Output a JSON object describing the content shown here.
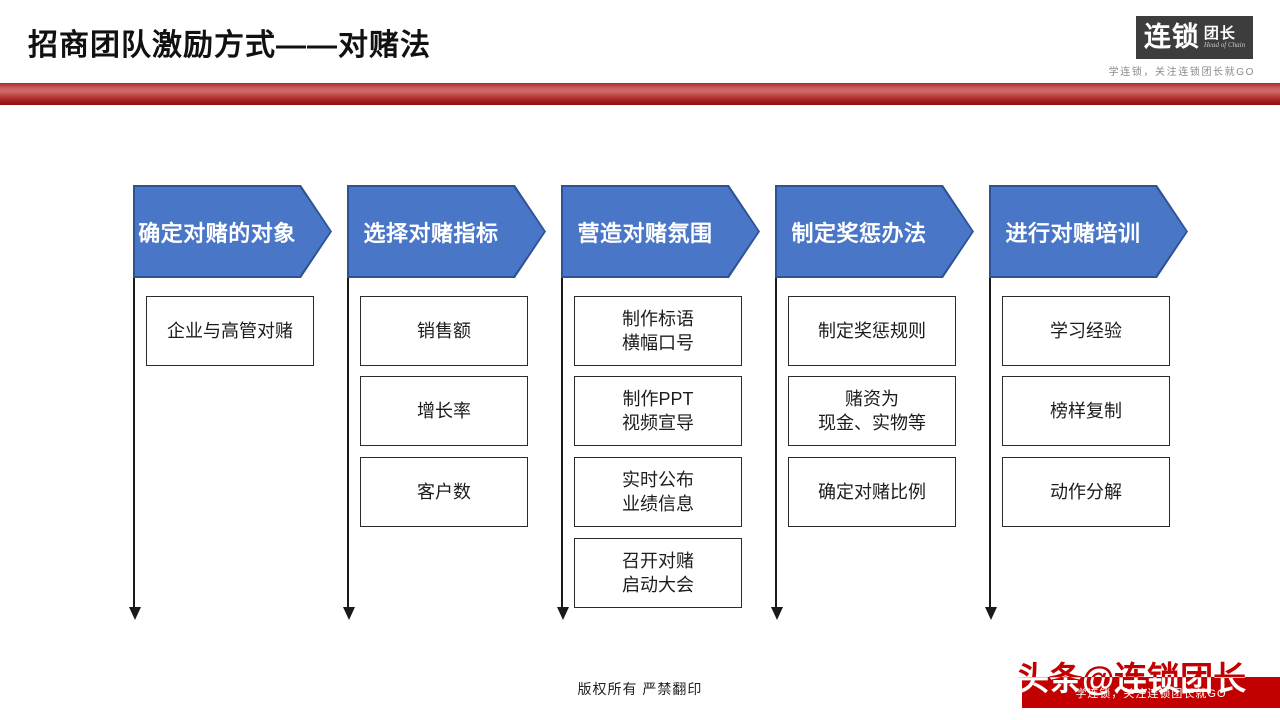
{
  "slide": {
    "header": {
      "title": "招商团队激励方式——对赌法",
      "logo": {
        "main": "连锁",
        "sub": "团长",
        "en": "Head of Chain",
        "tagline": "学连锁，关注连锁团长就GO"
      }
    },
    "flow": {
      "columns": [
        {
          "header": "确定对赌的对象",
          "items": [
            "企业与高管对赌"
          ]
        },
        {
          "header": "选择对赌指标",
          "items": [
            "销售额",
            "增长率",
            "客户数"
          ]
        },
        {
          "header": "营造对赌氛围",
          "items": [
            "制作标语\n横幅口号",
            "制作PPT\n视频宣导",
            "实时公布\n业绩信息",
            "召开对赌\n启动大会"
          ]
        },
        {
          "header": "制定奖惩办法",
          "items": [
            "制定奖惩规则",
            "赌资为\n现金、实物等",
            "确定对赌比例"
          ]
        },
        {
          "header": "进行对赌培训",
          "items": [
            "学习经验",
            "榜样复制",
            "动作分解"
          ]
        }
      ]
    },
    "footer": {
      "copyright": "版权所有  严禁翻印",
      "watermark": "头条@连锁团长",
      "watermark_sub": "学连锁，关注连锁团长就GO"
    },
    "colors": {
      "arrow_blue": "#4a76c8",
      "arrow_border": "#2e5395",
      "divider_red": "#b93a3a",
      "watermark_red": "#c30000"
    }
  }
}
